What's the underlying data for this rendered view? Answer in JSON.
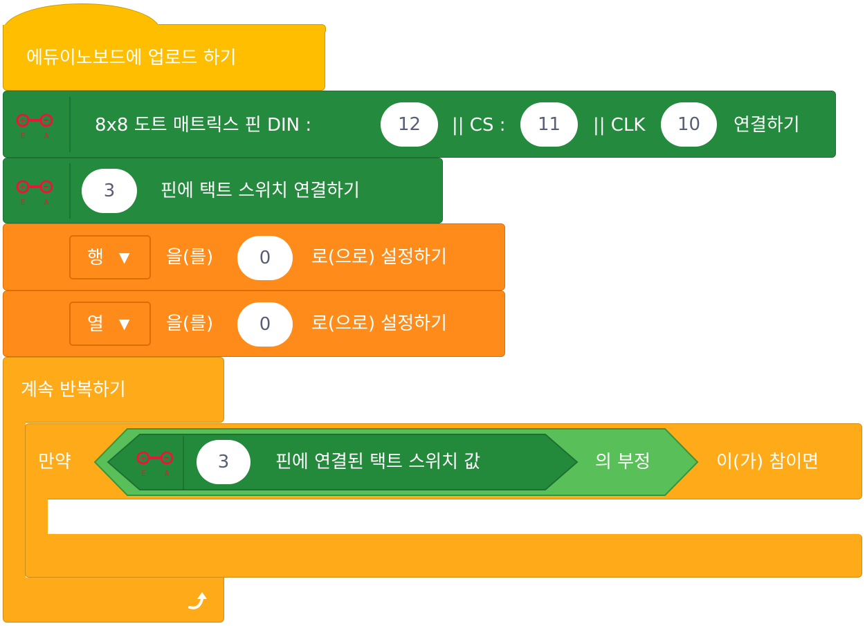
{
  "colors": {
    "hat": "#ffbf00",
    "pin": "#248a3d",
    "variable": "#ff8c1a",
    "control": "#ffab19",
    "operator": "#59c059"
  },
  "hat": {
    "label": "에듀이노보드에 업로드 하기"
  },
  "matrix_block": {
    "label": "8x8 도트 매트릭스 핀 DIN :",
    "din": "12",
    "cs_label": "|| CS :",
    "cs": "11",
    "clk_label": "|| CLK",
    "clk": "10",
    "suffix": "연결하기"
  },
  "switch_block": {
    "pin": "3",
    "label": "핀에 택트 스위치 연결하기"
  },
  "set_row": {
    "variable": "행",
    "label": "을(를)",
    "value": "0",
    "suffix": "로(으로) 설정하기"
  },
  "set_col": {
    "variable": "열",
    "label": "을(를)",
    "value": "0",
    "suffix": "로(으로) 설정하기"
  },
  "forever": {
    "label": "계속 반복하기"
  },
  "if_block": {
    "label": "만약",
    "suffix": "이(가) 참이면"
  },
  "not_block": {
    "label": "의 부정"
  },
  "switch_value": {
    "pin": "3",
    "label": "핀에 연결된 택트 스위치 값"
  },
  "icon_labels": {
    "left": "E",
    "right": "A"
  }
}
